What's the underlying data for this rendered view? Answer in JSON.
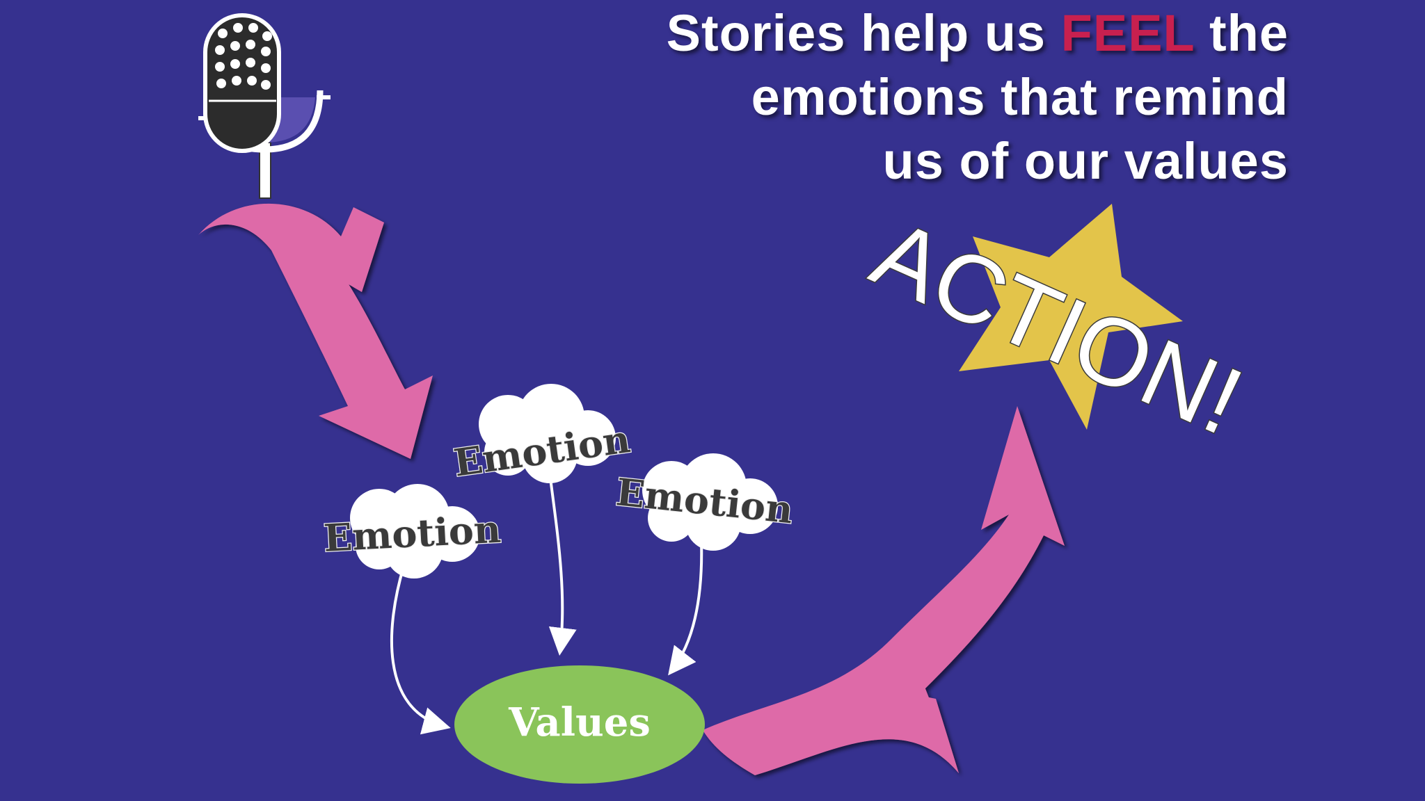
{
  "headline": {
    "line1_before": "Stories help us ",
    "line1_emphasis": "FEEL",
    "line1_after": " the",
    "line2": "emotions that remind",
    "line3": "us of our values"
  },
  "emotions": [
    "Emotion",
    "Emotion",
    "Emotion"
  ],
  "values_label": "Values",
  "action_label": "ACTION!",
  "colors": {
    "background": "#36318f",
    "emphasis": "#c8204f",
    "arrow": "#de6aa8",
    "values_ellipse": "#8ac45a",
    "star": "#e3c44a",
    "text": "#ffffff"
  },
  "icons": [
    "microphone-icon",
    "star-icon"
  ]
}
